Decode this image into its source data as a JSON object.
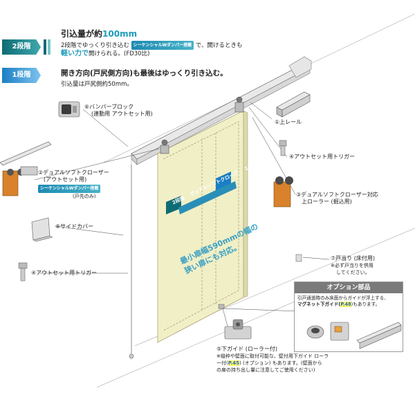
{
  "stages": {
    "stage2": {
      "tag": "2段階",
      "line1_prefix": "引込量が約",
      "line1_value": "100mm",
      "line2_a": "2段階でゆっくり引き込む",
      "badge": "シーケンシャルWダンパー搭載",
      "line2_b": "で、開けるときも",
      "line3_bold": "軽い力で",
      "line3_rest": "開けられる。(FD30比)"
    },
    "stage1": {
      "tag": "1段階",
      "line1": "開き方向(戸尻側方向)も最後はゆっくり引き込む。",
      "line2": "引込量は戸尻側約50mm。"
    }
  },
  "door_text": {
    "badge_2": "2段階",
    "badge_1": "1段階",
    "banner": "デュアルソフトクローズ",
    "line1": "最小扉幅590mmの幅の",
    "line2": "狭い扉にも対応。"
  },
  "parts": {
    "p6_title": "⑥バンパーブロック",
    "p6_sub": "(連動用 アウトセット用)",
    "p1": "①上レール",
    "p4_right": "④アウトセット用トリガー",
    "p2_title": "②デュアルソフトクローザー",
    "p2_sub": "(アウトセット用)",
    "p2_badge": "シーケンシャルWダンパー搭載",
    "p2_note": "(戸先のみ)",
    "p3_title": "③デュアルソフトクローザー対応",
    "p3_sub": "上ローラー (掘込用)",
    "p8": "⑧サイドカバー",
    "p4_left": "④アウトセット用トリガー",
    "p7_title": "⑦戸当り (床付用)",
    "p7_note1": "※必ず戸当りを併用",
    "p7_note2": "してください。",
    "p5_title": "⑤下ガイド (ローラー付)",
    "p5_note1": "※縦枠や壁面に取付可能な、壁付用下ガイド ローラ",
    "p5_note2a": "ー付(",
    "p5_note2_ref": "P.45",
    "p5_note2b": ") (オプション) もあります。(壁面から",
    "p5_note3": "の扉の持ち出し量に注意してご使用ください)"
  },
  "option": {
    "title": "オプション部品",
    "line1": "引戸通過時のみ床面からガイドが浮上する、",
    "line2_bold": "マグネット下ガイド(",
    "line2_ref": "P.48",
    "line2_rest": ")もあります。"
  },
  "colors": {
    "stage2": "#0f6c74",
    "stage1": "#1b7fc4",
    "door": "#f1efc6",
    "accent": "#1a9bb8",
    "orange_part": "#d9822b"
  }
}
